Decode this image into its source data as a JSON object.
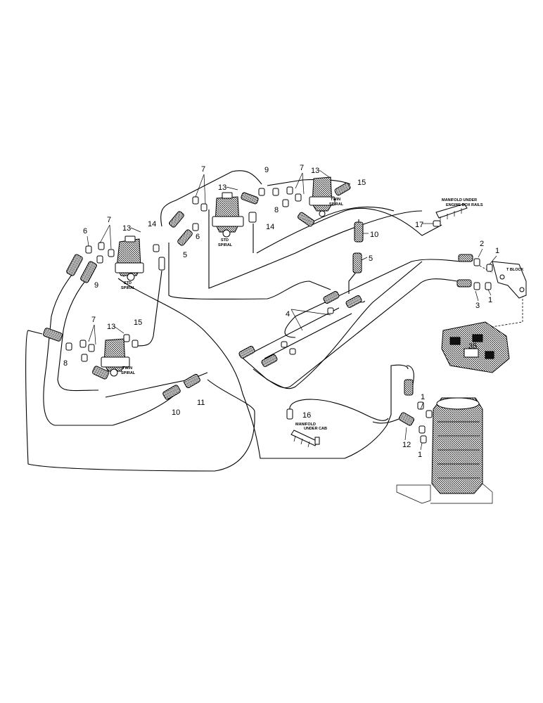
{
  "callouts": [
    "1",
    "1",
    "1",
    "1",
    "2",
    "3",
    "4",
    "5",
    "5",
    "6",
    "6",
    "7",
    "7",
    "7",
    "7",
    "8",
    "8",
    "9",
    "9",
    "10",
    "10",
    "11",
    "12",
    "13",
    "13",
    "13",
    "13",
    "14",
    "14",
    "15",
    "15",
    "16",
    "17"
  ],
  "text_labels": {
    "std_spiral_left": [
      "STD",
      "SPIRAL"
    ],
    "std_spiral_top": [
      "STD",
      "SPIRAL"
    ],
    "twin_spiral_top": [
      "TWIN",
      "SPIRAL"
    ],
    "twin_spiral_left": [
      "TWIN",
      "SPIRAL"
    ],
    "manifold_engine_box": [
      "MANIFOLD UNDER",
      "ENGINE BOX RAILS"
    ],
    "manifold_cab": [
      "MANIFOLD",
      "UNDER CAB"
    ],
    "t_block": "T BLOCK",
    "valve_number": "35"
  }
}
